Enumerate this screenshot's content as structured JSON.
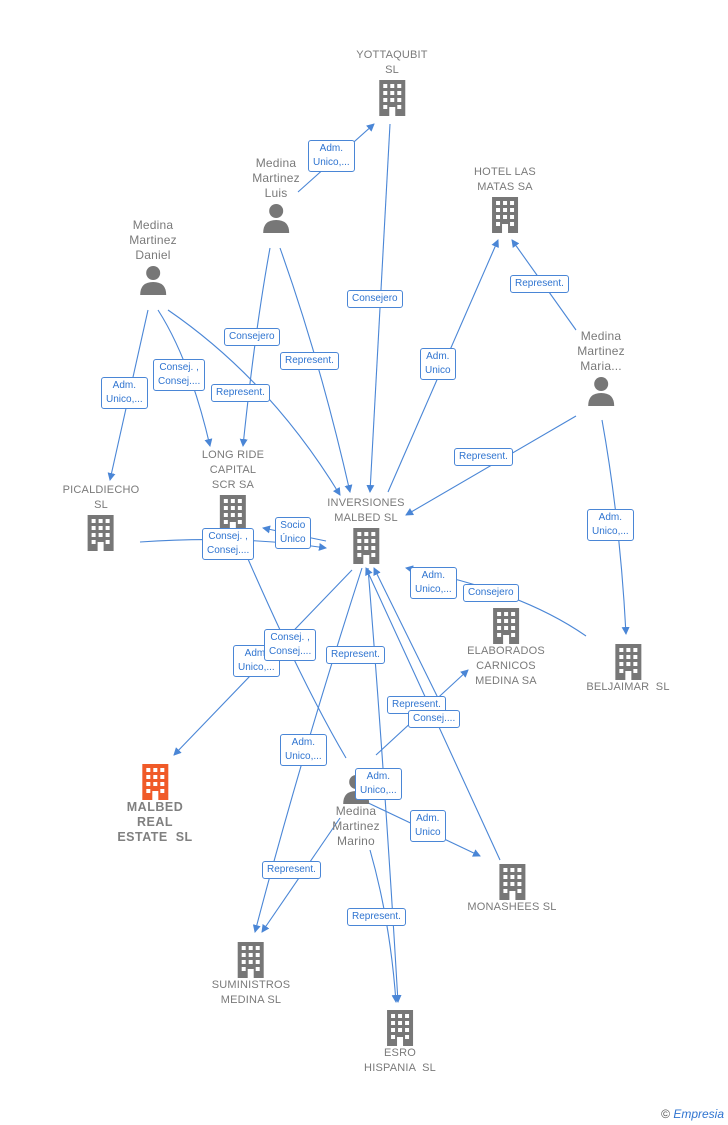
{
  "nodes": {
    "yottaqubit": {
      "label": "YOTTAQUBIT\nSL"
    },
    "hotel": {
      "label": "HOTEL LAS\nMATAS SA"
    },
    "luis": {
      "label": "Medina\nMartinez\nLuis"
    },
    "daniel": {
      "label": "Medina\nMartinez\nDaniel"
    },
    "maria": {
      "label": "Medina\nMartinez\nMaria..."
    },
    "longride": {
      "label": "LONG RIDE\nCAPITAL\nSCR SA"
    },
    "picaldiecho": {
      "label": "PICALDIECHO\nSL"
    },
    "inversiones": {
      "label": "INVERSIONES\nMALBED SL"
    },
    "elaborados": {
      "label": "ELABORADOS\nCARNICOS\nMEDINA SA"
    },
    "beljaimar": {
      "label": "BELJAIMAR  SL"
    },
    "malbed": {
      "label": "MALBED\nREAL\nESTATE  SL"
    },
    "marino": {
      "label": "Medina\nMartinez\nMarino"
    },
    "monashees": {
      "label": "MONASHEES SL"
    },
    "suministros": {
      "label": "SUMINISTROS\nMEDINA SL"
    },
    "esro": {
      "label": "ESRO\nHISPANIA  SL"
    }
  },
  "edge_labels": {
    "l1": "Adm.\nUnico,...",
    "l2": "Consejero",
    "l3": "Represent.",
    "l4": "Adm.\nUnico",
    "l5": "Consejero",
    "l6": "Represent.",
    "l7": "Consej. ,\nConsej....",
    "l8": "Adm.\nUnico,...",
    "l9": "Represent.",
    "l10": "Represent.",
    "l11": "Adm.\nUnico,...",
    "l12": "Socio\nÚnico",
    "l13": "Consej. ,\nConsej....",
    "l14": "Adm.\nUnico,...",
    "l15": "Consejero",
    "l16": "Adm.\nUnico,...",
    "l17": "Consej. ,\nConsej....",
    "l18": "Represent.",
    "l19": "Represent.",
    "l20": "Consej....",
    "l21": "Adm.\nUnico,...",
    "l22": "Adm.\nUnico,...",
    "l23": "Adm.\nUnico",
    "l24": "Represent.",
    "l25": "Represent."
  },
  "footer": {
    "copyright": "©",
    "brand": "Empresia"
  },
  "colors": {
    "edge": "#4a86d6",
    "node": "#777777",
    "highlight": "#f05a28"
  }
}
